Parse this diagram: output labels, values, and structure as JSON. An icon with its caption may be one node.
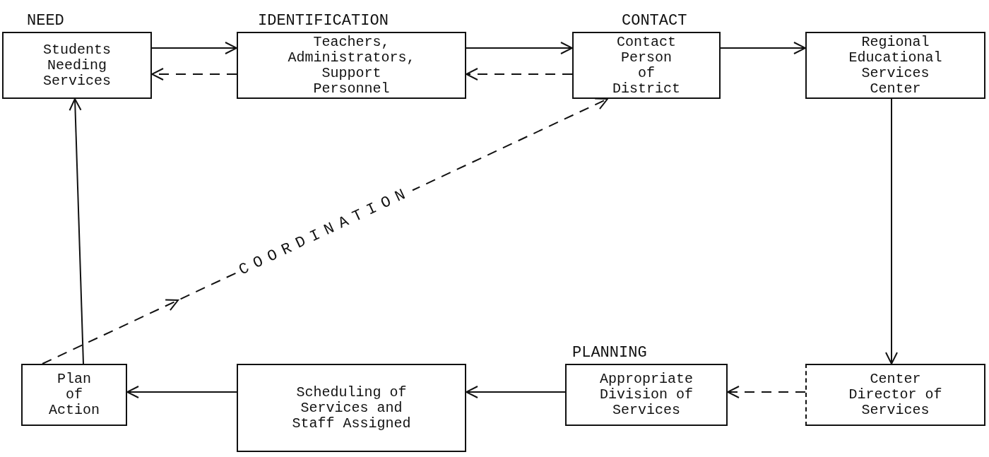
{
  "diagram": {
    "nodes": [
      {
        "text": [
          "NEED",
          "Students Needing Services"
        ]
      },
      {
        "text": [
          "IDENTIFICATION",
          "Teachers, Administrators, Support Personnel"
        ]
      },
      {
        "text": [
          "CONTACT",
          "Contact Person of District"
        ]
      },
      {
        "text": [
          "Regional Educational Services Center"
        ]
      },
      {
        "text": [
          "Plan of Action"
        ]
      },
      {
        "text": [
          "Scheduling of Services and Staff Assigned"
        ]
      },
      {
        "text": [
          "PLANNING",
          "Appropriate Division of Services"
        ]
      },
      {
        "text": [
          "Center Director of Services"
        ]
      }
    ],
    "edges": [
      {
        "from": 0,
        "to": 1,
        "arrow": "to"
      },
      {
        "from": 1,
        "to": 0,
        "arrow": "to",
        "style": "dashed"
      },
      {
        "from": 1,
        "to": 2,
        "arrow": "to"
      },
      {
        "from": 2,
        "to": 1,
        "arrow": "to",
        "style": "dashed"
      },
      {
        "from": 2,
        "to": 3,
        "arrow": "to"
      },
      {
        "from": 3,
        "to": 7,
        "arrow": "to"
      },
      {
        "from": 7,
        "to": 6,
        "arrow": "to",
        "style": "dashed"
      },
      {
        "from": 6,
        "to": 5,
        "arrow": "to"
      },
      {
        "from": 5,
        "to": 4,
        "arrow": "to"
      },
      {
        "from": 4,
        "to": 0,
        "arrow": "to"
      },
      {
        "from": 4,
        "to": 2,
        "arrow": "to",
        "style": "dashed",
        "label": "COORDINATION"
      }
    ]
  }
}
